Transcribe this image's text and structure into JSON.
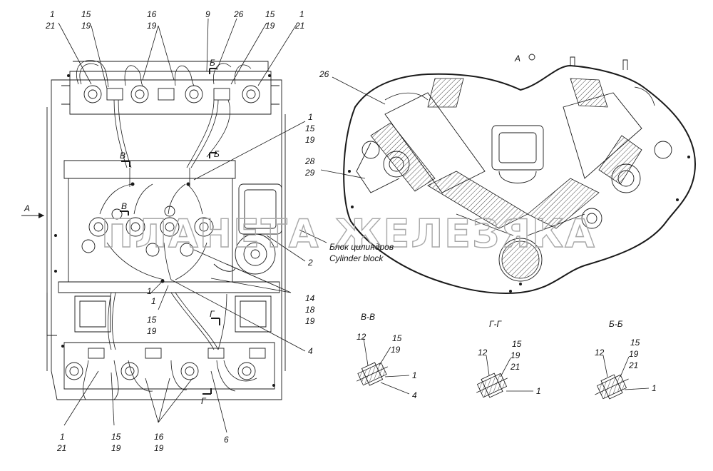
{
  "watermark": "ПЛАНЕТА ЖЕЛЕЗЯКА",
  "view_a_title": "А",
  "view_a_arrow": "А",
  "cylinder_block": {
    "ru": "Блок цилиндров",
    "en": "Cylinder block"
  },
  "sections": {
    "vv": {
      "title": "В-В",
      "l1": "12",
      "l2": "15",
      "l3": "19",
      "l4": "1",
      "l5": "4"
    },
    "gg": {
      "title": "Г-Г",
      "l1": "12",
      "l2": "15",
      "l3": "19",
      "l4": "21",
      "l5": "1"
    },
    "bb": {
      "title": "Б-Б",
      "l1": "12",
      "l2": "15",
      "l3": "19",
      "l4": "21",
      "l5": "1"
    }
  },
  "cut_marks": {
    "b": "Б",
    "v": "В",
    "g": "Г"
  },
  "callouts": {
    "tl_a1": "1",
    "tl_a2": "21",
    "tl_b1": "15",
    "tl_b2": "19",
    "tl_c1": "16",
    "tl_c2": "19",
    "tl_d": "9",
    "tl_e": "26",
    "tl_f1": "15",
    "tl_f2": "19",
    "tl_g1": "1",
    "tl_g2": "21",
    "mid_r1": "1",
    "mid_r2": "15",
    "mid_r3": "19",
    "r_2": "2",
    "r_14": "14",
    "r_18": "18",
    "r_19": "19",
    "m_1a": "1",
    "m_1b": "1",
    "m_15": "15",
    "m_19": "19",
    "r_4": "4",
    "b_1": "1",
    "b_21": "21",
    "b_15": "15",
    "b_19": "19",
    "b_16": "16",
    "b_19b": "19",
    "b_6": "6",
    "ea_26": "26",
    "ea_28": "28",
    "ea_29": "29"
  }
}
